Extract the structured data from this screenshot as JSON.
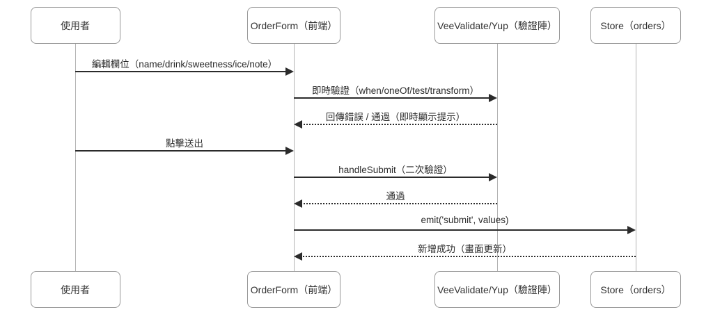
{
  "diagram": {
    "type": "sequence-diagram",
    "background_color": "#ffffff",
    "colors": {
      "box_border": "#979797",
      "box_fill": "#ffffff",
      "text": "#333333",
      "arrow": "#2b2b2b",
      "lifeline": "#b3b3b3"
    },
    "participants": [
      {
        "id": "user",
        "label": "使用者"
      },
      {
        "id": "orderform",
        "label": "OrderForm（前端）"
      },
      {
        "id": "veevalidate",
        "label": "VeeValidate/Yup（驗證陣）"
      },
      {
        "id": "store",
        "label": "Store（orders）"
      }
    ],
    "messages": [
      {
        "from": "user",
        "to": "orderform",
        "line": "solid",
        "label": "編輯欄位（name/drink/sweetness/ice/note）"
      },
      {
        "from": "orderform",
        "to": "veevalidate",
        "line": "solid",
        "label": "即時驗證（when/oneOf/test/transform）"
      },
      {
        "from": "veevalidate",
        "to": "orderform",
        "line": "dashed",
        "label": "回傳錯誤 / 通過（即時顯示提示）"
      },
      {
        "from": "user",
        "to": "orderform",
        "line": "solid",
        "label": "點擊送出"
      },
      {
        "from": "orderform",
        "to": "veevalidate",
        "line": "solid",
        "label": "handleSubmit（二次驗證）"
      },
      {
        "from": "veevalidate",
        "to": "orderform",
        "line": "dashed",
        "label": "通過"
      },
      {
        "from": "orderform",
        "to": "store",
        "line": "solid",
        "label": "emit('submit', values)"
      },
      {
        "from": "store",
        "to": "orderform",
        "line": "dashed",
        "label": "新增成功（畫面更新）"
      }
    ]
  }
}
